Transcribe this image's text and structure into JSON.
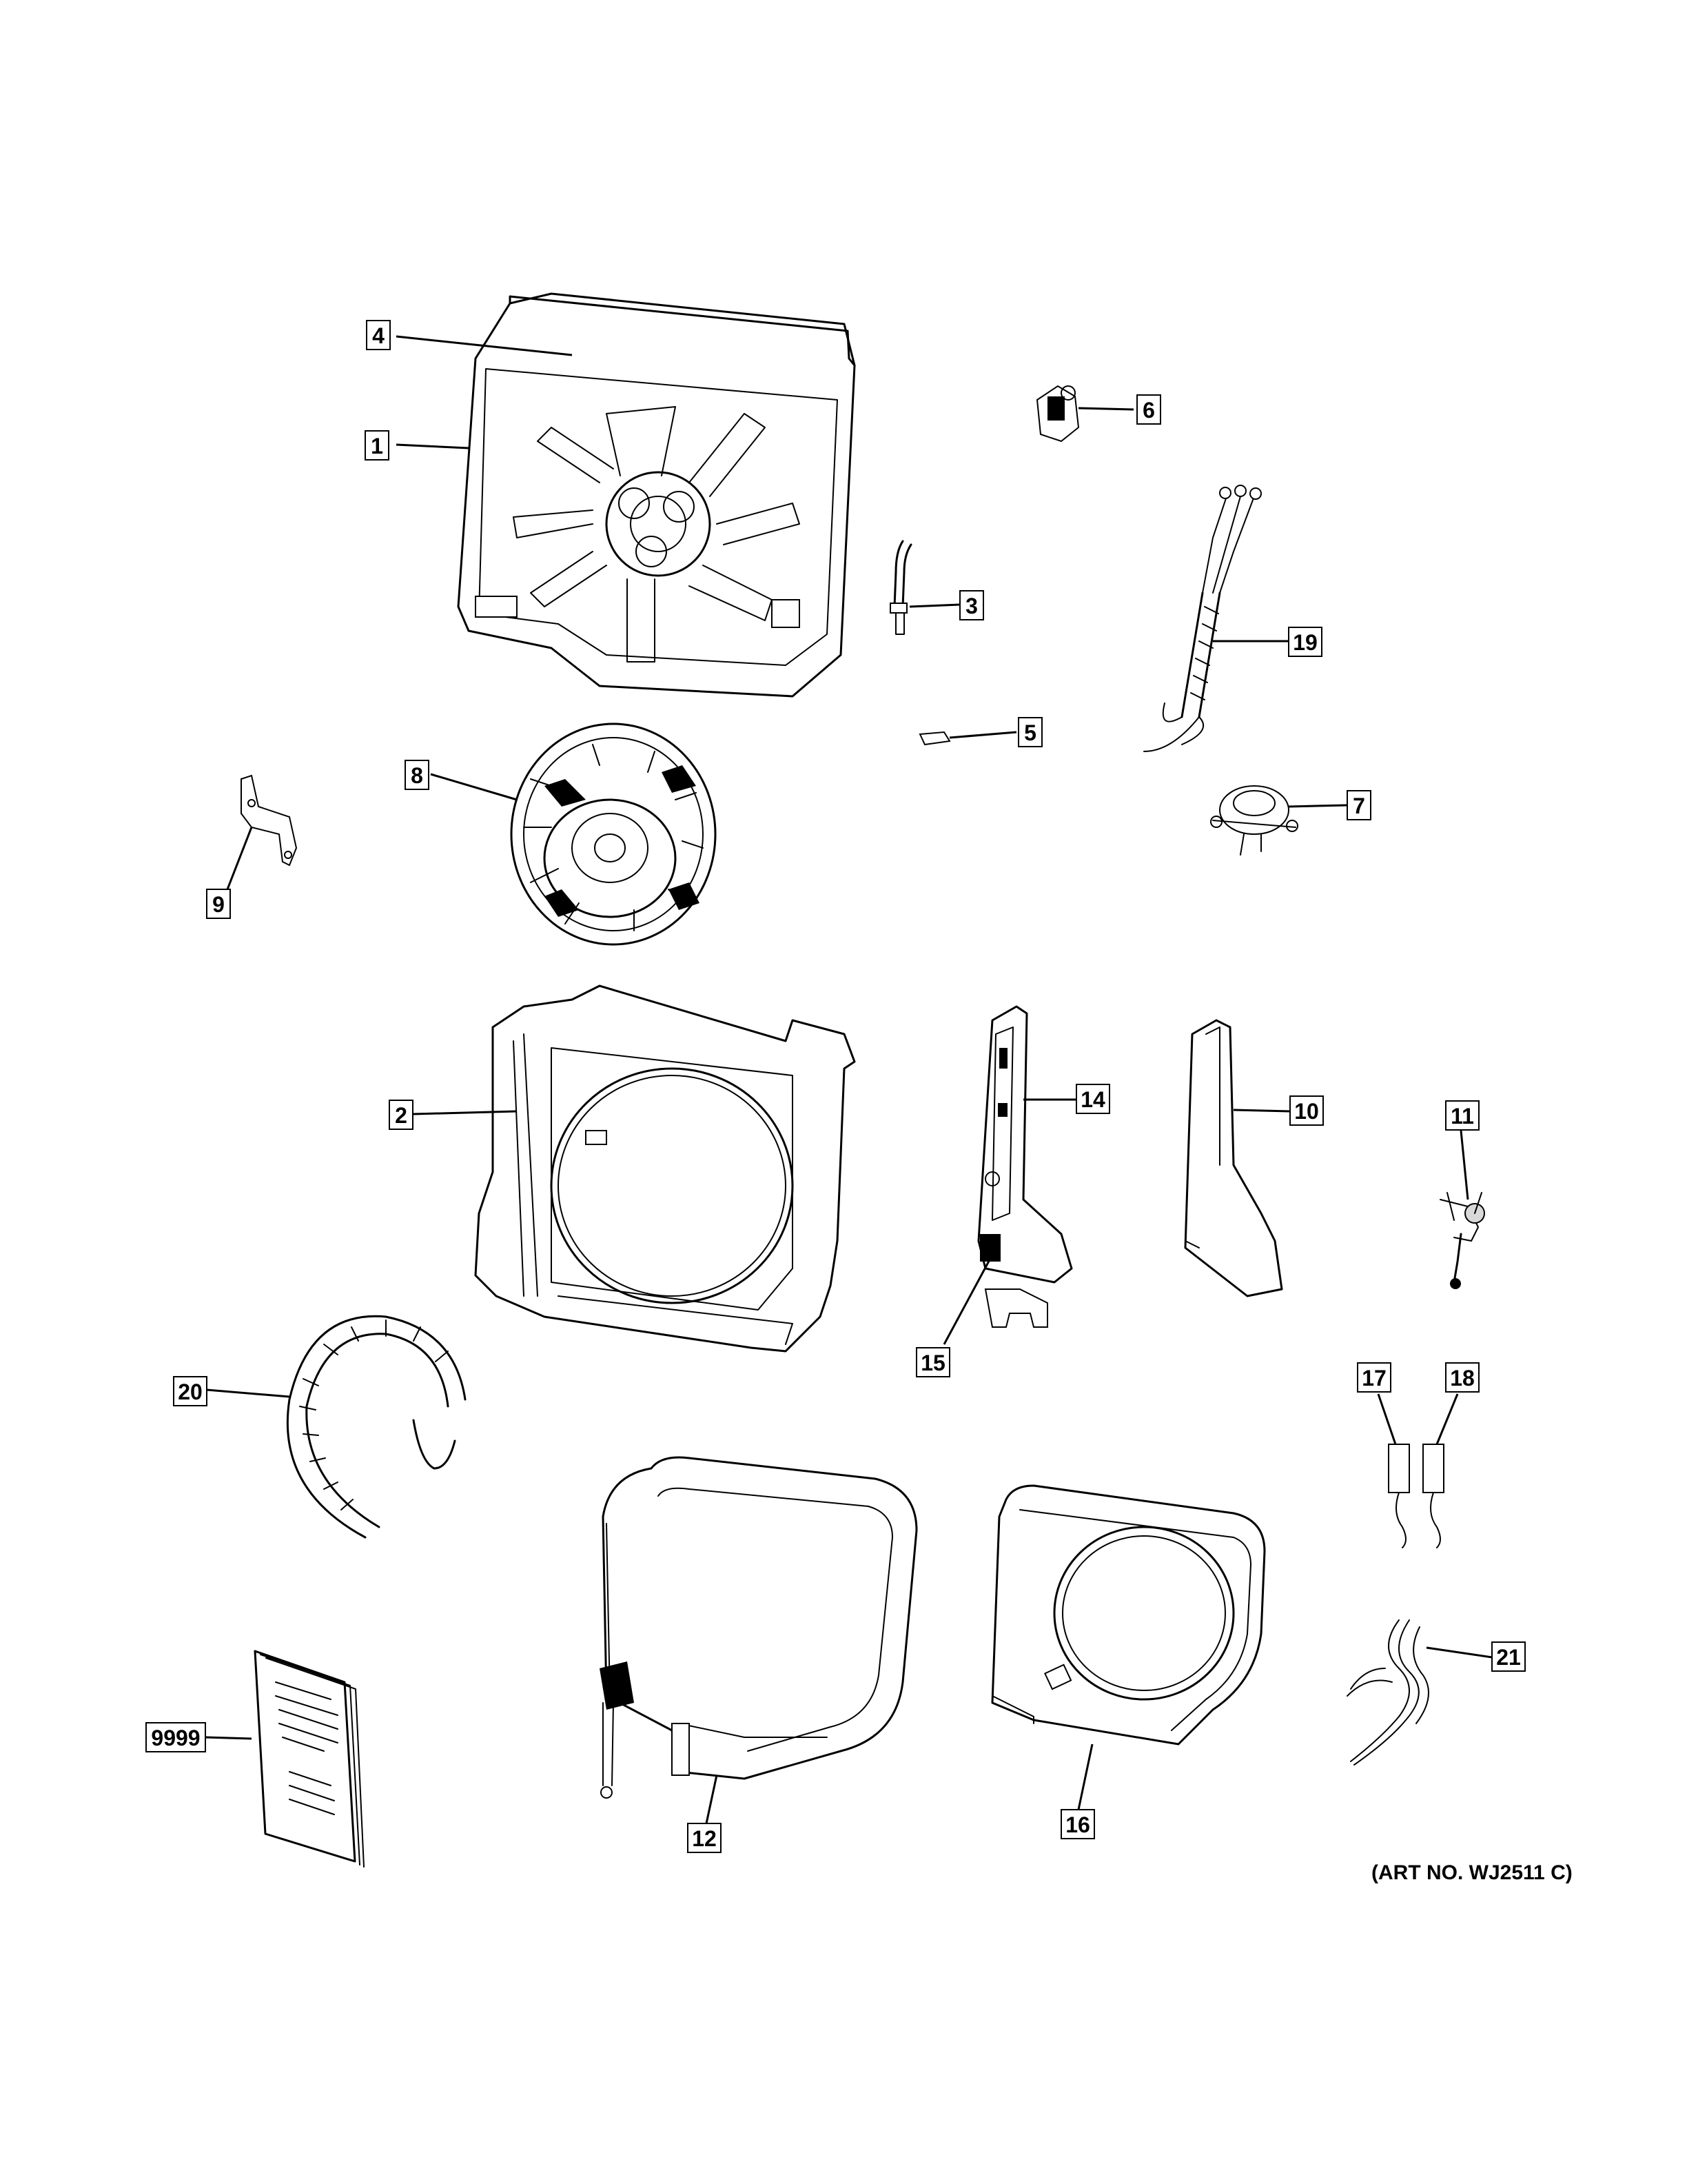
{
  "art_number": "(ART NO. WJ2511 C)",
  "callouts": [
    "1",
    "2",
    "3",
    "4",
    "5",
    "6",
    "7",
    "8",
    "9",
    "10",
    "11",
    "12",
    "14",
    "15",
    "16",
    "17",
    "18",
    "19",
    "20",
    "21",
    "9999"
  ]
}
